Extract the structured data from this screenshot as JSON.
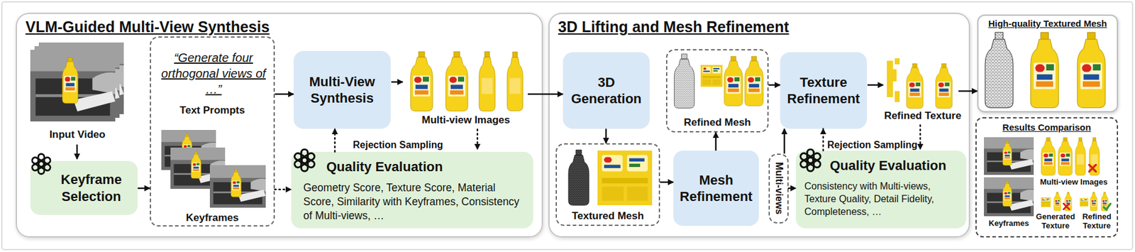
{
  "diagram": {
    "nodes": [
      {
        "text": [
          "VLM-Guided Multi-View Synthesis"
        ]
      },
      {
        "text": [
          "Keyframe Selection"
        ],
        "in": 0
      },
      {
        "text": [
          "“Generate four orthogonal views of …”",
          "Text Prompts",
          "Keyframes"
        ],
        "in": 0
      },
      {
        "text": [
          "Multi-View Synthesis"
        ],
        "in": 0
      },
      {
        "text": [
          "Quality Evaluation",
          "Geometry Score, Texture Score, Material Score, Similarity with Keyframes, Consistency of Multi-views, …"
        ],
        "in": 0
      },
      {
        "text": [
          "3D Lifting and Mesh Refinement"
        ]
      },
      {
        "text": [
          "3D Generation"
        ],
        "in": 5
      },
      {
        "text": [
          "Textured Mesh"
        ],
        "in": 5
      },
      {
        "text": [
          "Mesh Refinement"
        ],
        "in": 5
      },
      {
        "text": [
          "Refined Mesh"
        ],
        "in": 5
      },
      {
        "text": [
          "Texture Refinement"
        ],
        "in": 5
      },
      {
        "text": [
          "Multi-views"
        ],
        "in": 5
      },
      {
        "text": [
          "Quality Evaluation",
          "Consistency with Multi-views, Texture Quality, Detail Fidelity, Completeness, …"
        ],
        "in": 5
      },
      {
        "text": [
          "High-quality Textured Mesh"
        ]
      },
      {
        "text": [
          "Results Comparison"
        ]
      }
    ],
    "edges": [
      {
        "from": 1,
        "to": 2,
        "arrow": "to"
      },
      {
        "from": 2,
        "to": 3,
        "arrow": "to"
      },
      {
        "from": 2,
        "to": 4,
        "arrow": "to"
      },
      {
        "from": 4,
        "to": 3,
        "arrow": "to"
      },
      {
        "from": 0,
        "to": 6,
        "arrow": "to"
      },
      {
        "from": 6,
        "to": 7,
        "arrow": "to"
      },
      {
        "from": 7,
        "to": 8,
        "arrow": "to"
      },
      {
        "from": 8,
        "to": 9,
        "arrow": "to"
      },
      {
        "from": 9,
        "to": 10,
        "arrow": "to"
      },
      {
        "from": 11,
        "to": 10,
        "arrow": "to"
      },
      {
        "from": 11,
        "to": 12,
        "arrow": "to"
      },
      {
        "from": 12,
        "to": 10,
        "arrow": "to"
      },
      {
        "from": 5,
        "to": 13,
        "arrow": "to"
      }
    ],
    "labels": [
      "Input Video",
      "Multi-view Images",
      "Rejection Sampling",
      "Refined Texture",
      "Rejection Sampling",
      "Multi-view Images",
      "Keyframes",
      "Generated Texture",
      "Refined Texture"
    ]
  }
}
